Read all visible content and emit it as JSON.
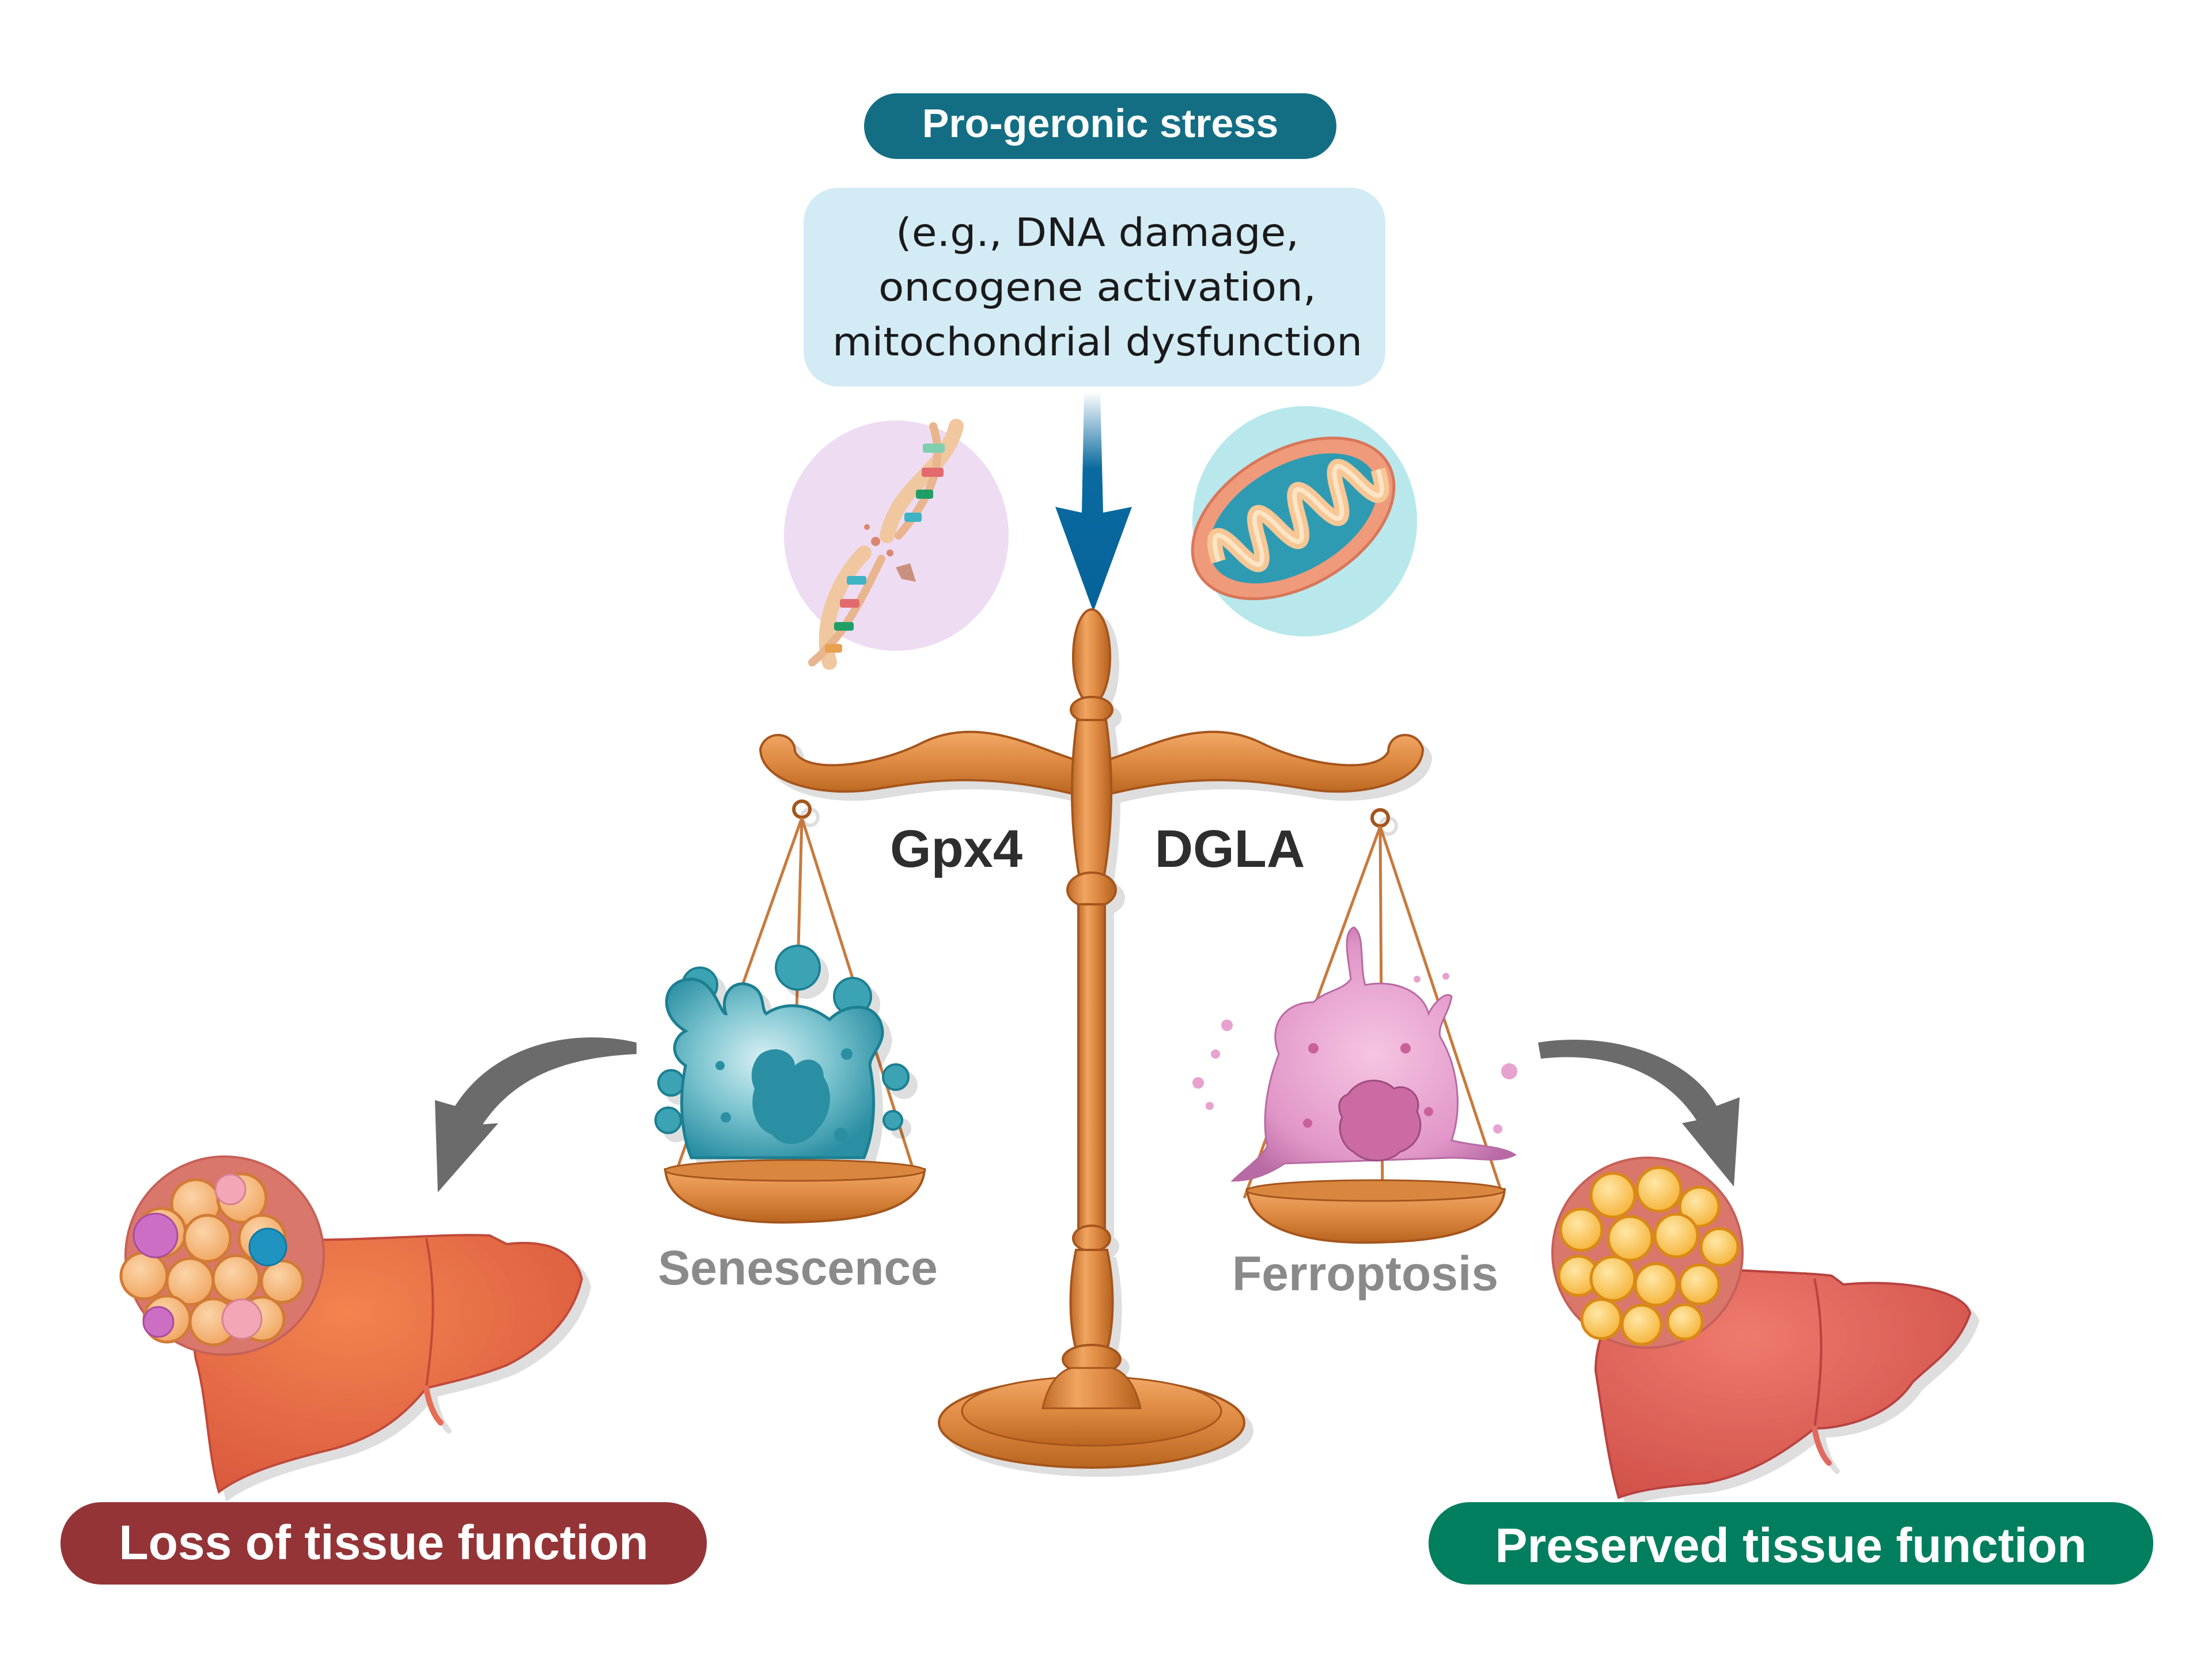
{
  "title": "Pro-geronic stress balance: senescence vs ferroptosis",
  "stress": {
    "header": "Pro-geronic stress",
    "examples": [
      "(e.g., DNA damage,",
      "oncogene activation,",
      "mitochondrial dysfunction"
    ]
  },
  "icons": {
    "dna": "damaged-dna-icon",
    "mitochondrion": "mitochondrion-icon",
    "down_arrow": "down-arrow-icon",
    "scale": "balance-scale-icon"
  },
  "scale": {
    "left_weight": "Gpx4",
    "right_weight": "DGLA",
    "left_outcome": "Senescence",
    "right_outcome": "Ferroptosis"
  },
  "outcomes": {
    "left": {
      "label": "Loss of tissue function",
      "color": "#943437",
      "cell_state": "inflamed hepatocytes with senescent and immune cells"
    },
    "right": {
      "label": "Preserved tissue function",
      "color": "#007e5e",
      "cell_state": "healthy hepatocytes"
    }
  },
  "colors": {
    "header_pill": "#136e84",
    "stress_box": "#d3ebf5",
    "arrow_blue": "#0a6aa0",
    "curve_arrow": "#6b6b6b",
    "scale_wood": "#d9873f",
    "senescent_cell": "#3aa3b3",
    "ferroptotic_cell": "#d98ac2",
    "dna_bg": "#eedcf3",
    "mito_bg": "#b8e8ec"
  }
}
